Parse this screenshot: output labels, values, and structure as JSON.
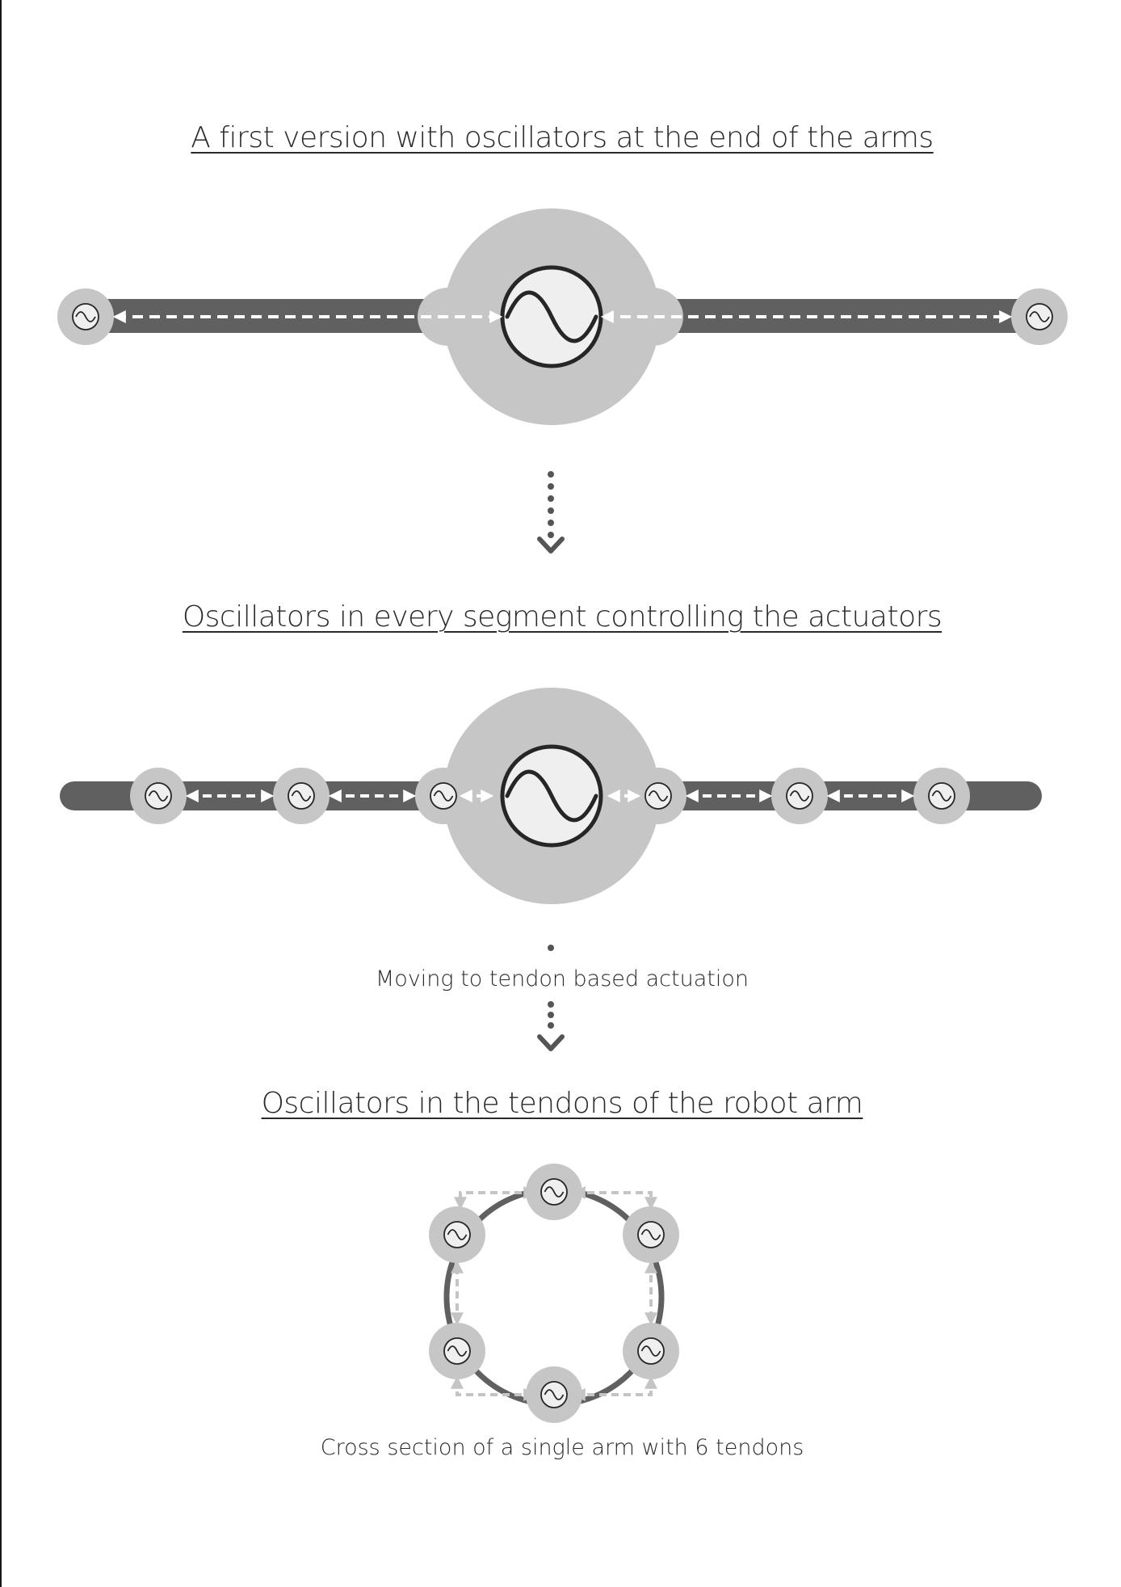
{
  "section1": {
    "title": "A first version with oscillators at the end of the arms"
  },
  "section2": {
    "title": "Oscillators in every segment controlling the actuators"
  },
  "transition": {
    "caption": "Moving to tendon based actuation"
  },
  "section3": {
    "title": "Oscillators in the tendons of the robot arm",
    "caption": "Cross section of a single arm with 6 tendons",
    "tendon_count": 6
  },
  "colors": {
    "arm": "#606060",
    "hub": "#c6c6c6",
    "oscillator_face": "#efefef",
    "oscillator_stroke": "#262626",
    "signal_arrow": "#ffffff",
    "ring_arrow": "#c4c4c4",
    "flow_arrow": "#555555"
  },
  "icons": {
    "oscillator": "sine-wave-oscillator-icon",
    "flow": "dotted-down-arrow-icon"
  }
}
